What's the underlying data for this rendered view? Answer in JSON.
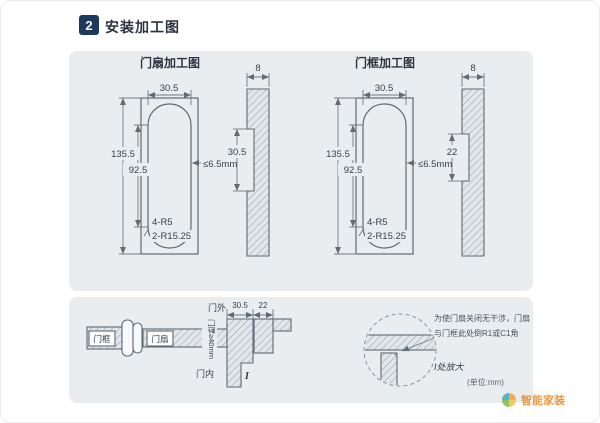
{
  "colors": {
    "badge_bg": "#1d3a5c",
    "panel_bg": "#e9edf0",
    "drawing_line": "#5f6b75",
    "watermark_orange": "#e2892b"
  },
  "header": {
    "badge": "2",
    "title": "安装加工图"
  },
  "leaf": {
    "title": "门扇加工图",
    "top_width": "30.5",
    "outer_height": "135.5",
    "inner_height": "92.5",
    "depth_note": "≤6.5mm",
    "corner_note_1": "4-R5",
    "corner_note_2": "2-R15.25",
    "section_thickness": "8",
    "section_notch_height": "30.5"
  },
  "frame": {
    "title": "门框加工图",
    "top_width": "30.5",
    "outer_height": "135.5",
    "inner_height": "92.5",
    "depth_note": "≤6.5mm",
    "corner_note_1": "4-R5",
    "corner_note_2": "2-R15.25",
    "section_thickness": "8",
    "section_notch_height": "22"
  },
  "assembly": {
    "outside_label": "门外",
    "inside_label": "门内",
    "frame_box": "门框",
    "leaf_box": "门扇",
    "dim_frame_depth": "30.5",
    "dim_stop_width": "22",
    "thickness_note": "门厚≥40mm",
    "section_marker": "I",
    "detail_title": "I处放大",
    "note_line1": "为使门扇关闭无干涉，门扇",
    "note_line2": "与门框此处倒R1或C1角",
    "unit_note": "(单位:mm)"
  },
  "watermark": {
    "text": "智能家装"
  }
}
